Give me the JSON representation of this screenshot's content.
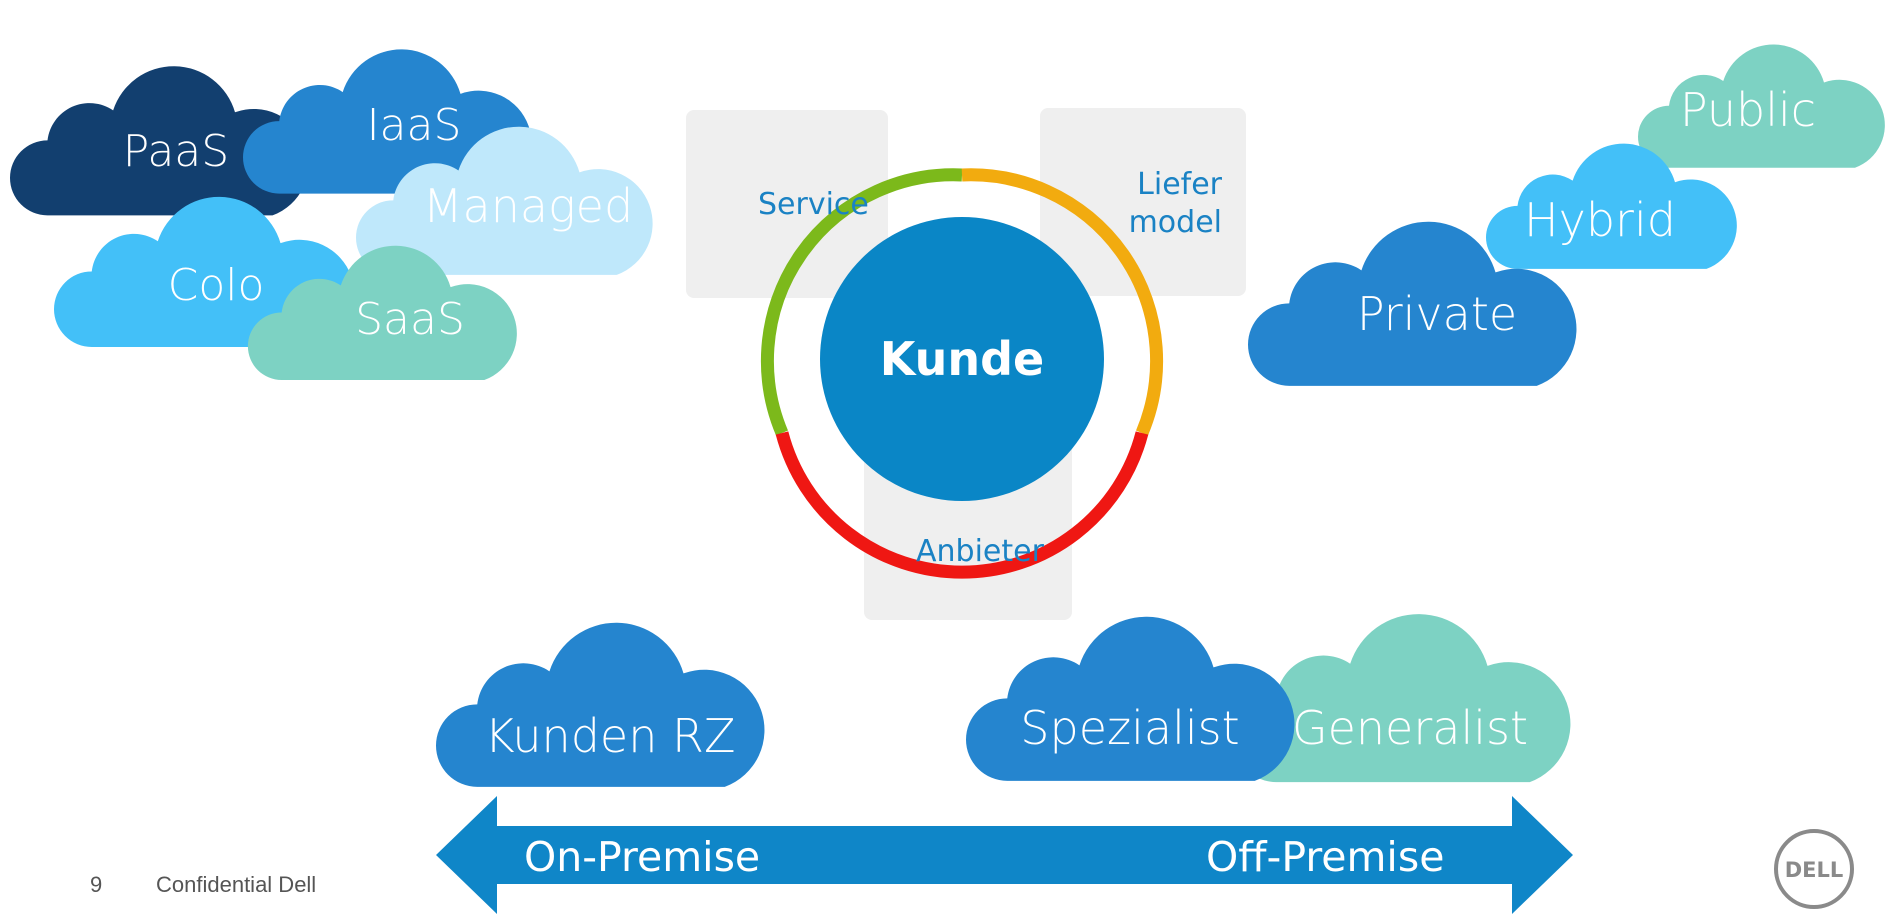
{
  "clouds": {
    "paas": "PaaS",
    "iaas": "IaaS",
    "managed": "Managed",
    "colo": "Colo",
    "saas": "SaaS",
    "public": "Public",
    "hybrid": "Hybrid",
    "private": "Private",
    "kunden_rz": "Kunden RZ",
    "spezialist": "Spezialist",
    "generalist": "Generalist"
  },
  "center": {
    "title": "Kunde",
    "service": "Service",
    "liefer_line1": "Liefer",
    "liefer_line2": "model",
    "anbieter": "Anbieter"
  },
  "arrow": {
    "left_label": "On-Premise",
    "right_label": "Off-Premise"
  },
  "footer": {
    "page_number": "9",
    "label": "Confidential Dell"
  },
  "logo": {
    "text": "DELL"
  },
  "colors": {
    "dark_navy": "#123f6f",
    "medium_blue": "#2585cf",
    "sky_blue": "#43c0f8",
    "light_blue": "#bfe8fb",
    "teal": "#7dd2c3",
    "center_blue": "#0a86c6",
    "box_gray": "#efefef",
    "ring_green": "#7cb91b",
    "ring_orange": "#f2ab0f",
    "ring_red": "#ef1713",
    "arrow_blue": "#0f86c8"
  }
}
